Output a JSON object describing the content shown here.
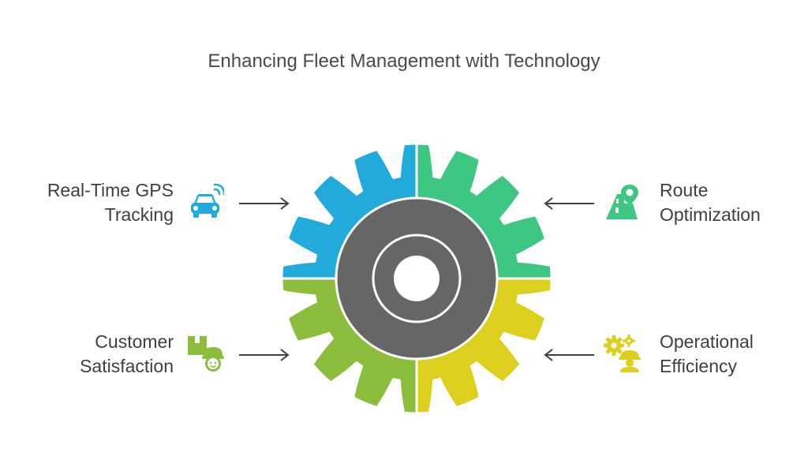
{
  "title": "Enhancing Fleet Management with Technology",
  "colors": {
    "top_left": "#22aadb",
    "top_right": "#3ec783",
    "bottom_left": "#8dbd3d",
    "bottom_right": "#dccf1d",
    "hub": "#666666",
    "text": "#3f3f3f",
    "arrow": "#3f3f3f"
  },
  "segments": {
    "top_left": {
      "line1": "Real-Time GPS",
      "line2": "Tracking",
      "icon": "connected-car-icon"
    },
    "top_right": {
      "line1": "Route",
      "line2": "Optimization",
      "icon": "route-pin-icon"
    },
    "bottom_left": {
      "line1": "Customer",
      "line2": "Satisfaction",
      "icon": "courier-package-icon"
    },
    "bottom_right": {
      "line1": "Operational",
      "line2": "Efficiency",
      "icon": "gears-worker-icon"
    }
  }
}
